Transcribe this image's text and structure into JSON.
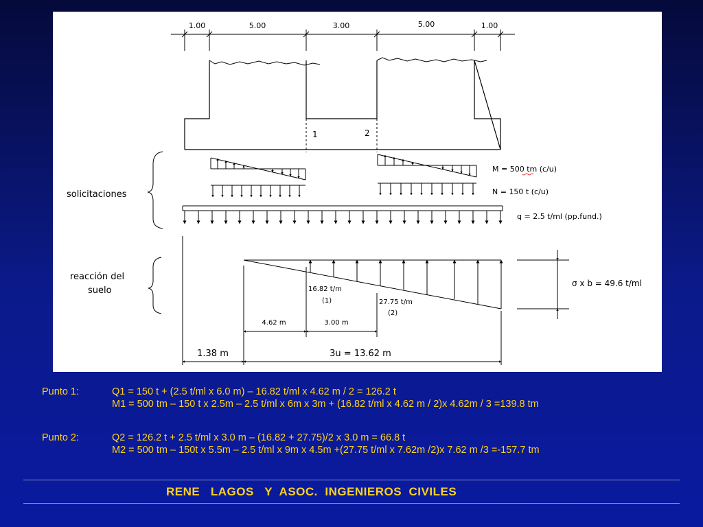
{
  "diagram": {
    "top_dims": [
      "1.00",
      "5.00",
      "3.00",
      "5.00",
      "1.00"
    ],
    "section_labels": [
      "1",
      "2"
    ],
    "group_solicitaciones": "solicitaciones",
    "group_reaccion": [
      "reacción del",
      "suelo"
    ],
    "label_m": "M = 500 tm (c/u)",
    "label_n": "N = 150 t (c/u)",
    "label_q": "q = 2.5 t/ml (pp.fund.)",
    "label_sigma": "σ x b = 49.6 t/ml",
    "react_val_1": "16.82 t/m",
    "react_tag_1": "(1)",
    "react_val_2": "27.75 t/m",
    "react_tag_2": "(2)",
    "dim_462": "4.62 m",
    "dim_300": "3.00 m",
    "dim_138": "1.38 m",
    "dim_3u": "3u = 13.62 m"
  },
  "calc": {
    "p1_label": "Punto 1:",
    "p1_line1": "Q1 = 150 t + (2.5 t/ml x 6.0 m) – 16.82 t/ml x 4.62 m / 2 = 126.2 t",
    "p1_line2": "M1 = 500 tm – 150 t x 2.5m – 2.5 t/ml x 6m x 3m + (16.82 t/ml x 4.62 m / 2)x 4.62m / 3 =139.8 tm",
    "p2_label": "Punto 2:",
    "p2_line1": "Q2 = 126.2 t + 2.5 t/ml x 3.0 m – (16.82 + 27.75)/2 x 3.0 m = 66.8 t",
    "p2_line2": "M2 = 500 tm – 150t x 5.5m – 2.5 t/ml x 9m x 4.5m +(27.75 t/ml x 7.62m /2)x 7.62 m /3 =-157.7 tm"
  },
  "footer": "RENE   LAGOS   Y  ASOC.  INGENIEROS  CIVILES"
}
